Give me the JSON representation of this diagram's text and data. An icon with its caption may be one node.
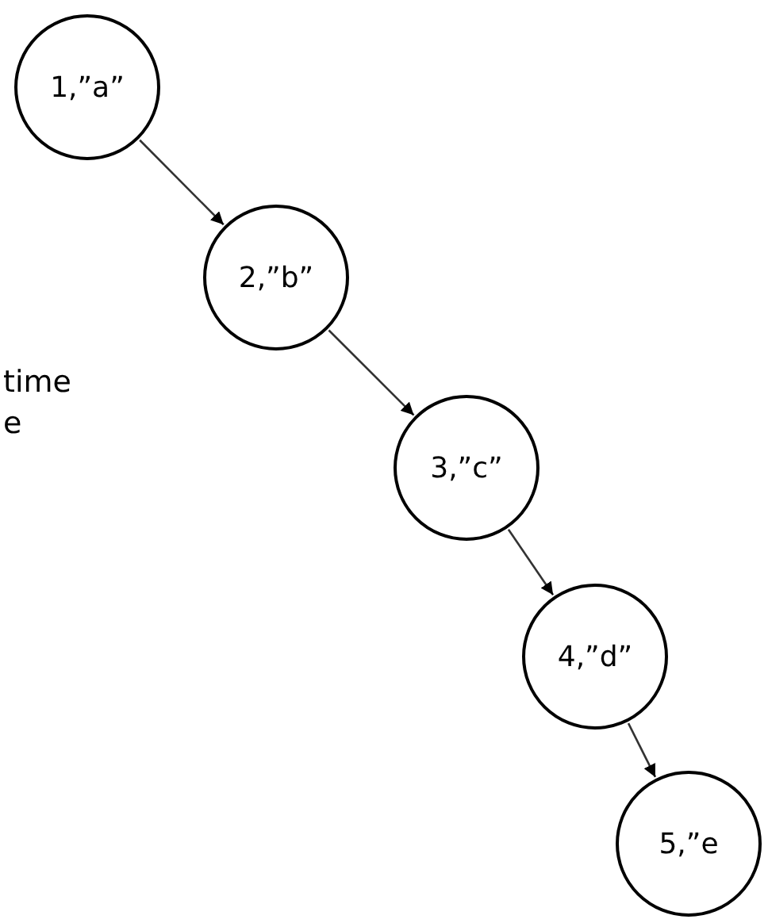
{
  "diagram": {
    "nodes": [
      {
        "text": [
          "1,”a”"
        ]
      },
      {
        "text": [
          "2,”b”"
        ]
      },
      {
        "text": [
          "3,”c”"
        ]
      },
      {
        "text": [
          "4,”d”"
        ]
      },
      {
        "text": [
          "5,”e"
        ]
      }
    ],
    "edges": [
      {
        "from": 0,
        "to": 1,
        "arrow": "to"
      },
      {
        "from": 1,
        "to": 2,
        "arrow": "to"
      },
      {
        "from": 2,
        "to": 3,
        "arrow": "to"
      },
      {
        "from": 3,
        "to": 4,
        "arrow": "to"
      }
    ],
    "labels": [
      "time",
      "e"
    ]
  }
}
